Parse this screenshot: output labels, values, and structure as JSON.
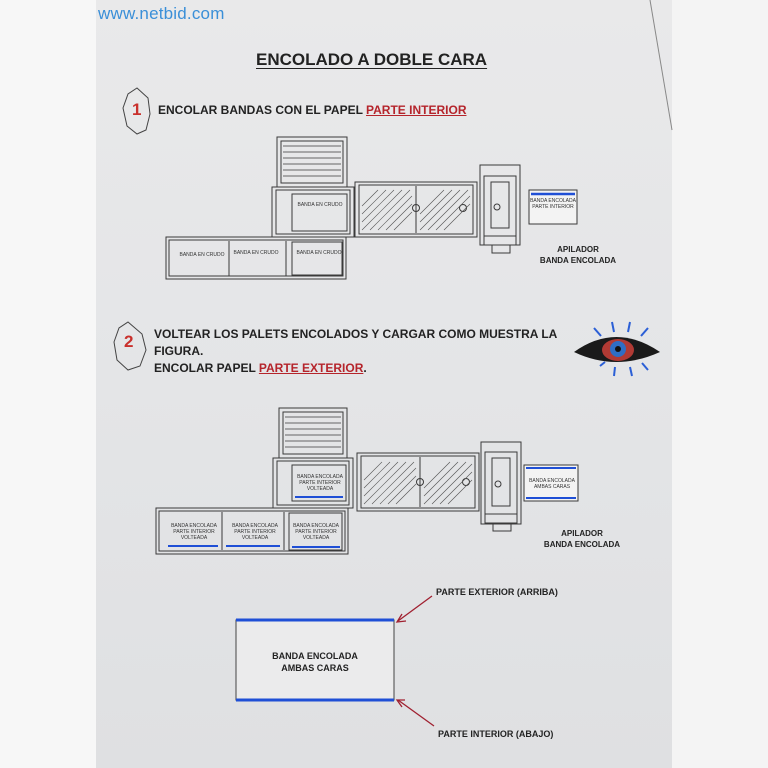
{
  "watermark": "www.netbid.com",
  "title": "ENCOLADO A DOBLE CARA",
  "step1": {
    "number": "1",
    "text": "ENCOLAR BANDAS CON EL PAPEL ",
    "highlight": "PARTE INTERIOR",
    "labels": {
      "banda_crudo_upper": "BANDA EN CRUDO",
      "banda_crudo_1": "BANDA EN CRUDO",
      "banda_crudo_2": "BANDA EN CRUDO",
      "banda_crudo_3": "BANDA EN CRUDO",
      "stacker_box": "BANDA ENCOLADA PARTE INTERIOR",
      "apilador_line1": "APILADOR",
      "apilador_line2": "BANDA ENCOLADA"
    }
  },
  "step2": {
    "number": "2",
    "line1": "VOLTEAR LOS PALETS ENCOLADOS Y CARGAR COMO MUESTRA LA",
    "line2": "FIGURA.",
    "line3": "ENCOLAR PAPEL ",
    "highlight": "PARTE EXTERIOR",
    "line3_end": ".",
    "labels": {
      "volteada_upper": "BANDA ENCOLADA PARTE INTERIOR VOLTEADA",
      "volteada_1": "BANDA ENCOLADA PARTE INTERIOR VOLTEADA",
      "volteada_2": "BANDA ENCOLADA PARTE INTERIOR VOLTEADA",
      "volteada_3": "BANDA ENCOLADA PARTE INTERIOR VOLTEADA",
      "stacker_box": "BANDA ENCOLADA AMBAS CARAS",
      "apilador_line1": "APILADOR",
      "apilador_line2": "BANDA ENCOLADA"
    }
  },
  "bottom": {
    "box_line1": "BANDA ENCOLADA",
    "box_line2": "AMBAS CARAS",
    "top_arrow": "PARTE EXTERIOR (ARRIBA)",
    "bottom_arrow": "PARTE INTERIOR (ABAJO)"
  },
  "colors": {
    "accent_red": "#b5242b",
    "glue_blue": "#1f4fd6",
    "line": "#3a3a3a"
  },
  "icons": [
    "eye-icon"
  ]
}
